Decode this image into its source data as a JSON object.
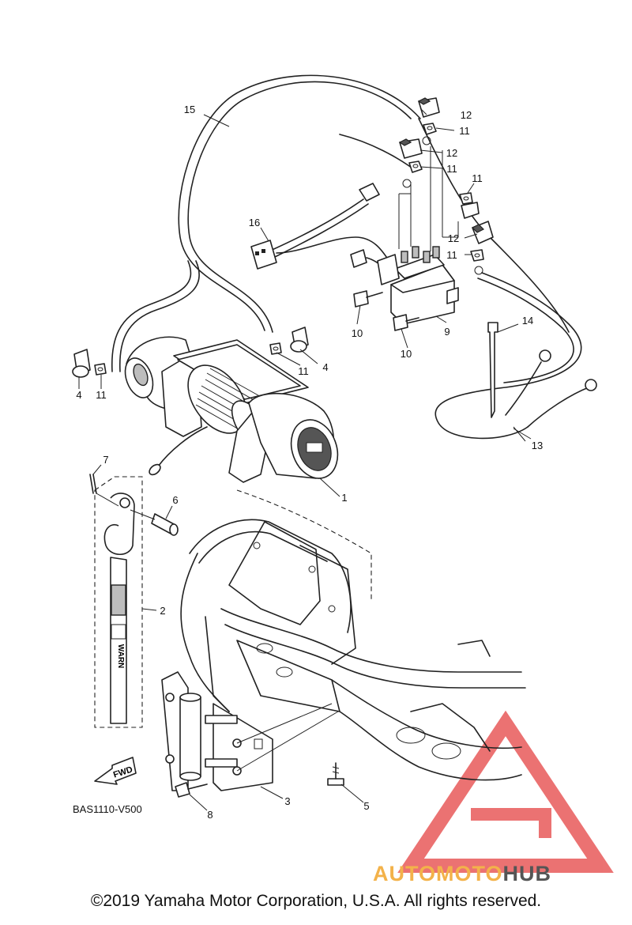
{
  "diagram": {
    "part_labels": [
      {
        "id": "1",
        "text": "1"
      },
      {
        "id": "2",
        "text": "2"
      },
      {
        "id": "3",
        "text": "3"
      },
      {
        "id": "4a",
        "text": "4"
      },
      {
        "id": "4b",
        "text": "4"
      },
      {
        "id": "5",
        "text": "5"
      },
      {
        "id": "6",
        "text": "6"
      },
      {
        "id": "7",
        "text": "7"
      },
      {
        "id": "8",
        "text": "8"
      },
      {
        "id": "9",
        "text": "9"
      },
      {
        "id": "10a",
        "text": "10"
      },
      {
        "id": "10b",
        "text": "10"
      },
      {
        "id": "11a",
        "text": "11"
      },
      {
        "id": "11b",
        "text": "11"
      },
      {
        "id": "11c",
        "text": "11"
      },
      {
        "id": "11d",
        "text": "11"
      },
      {
        "id": "11e",
        "text": "11"
      },
      {
        "id": "11f",
        "text": "11"
      },
      {
        "id": "12a",
        "text": "12"
      },
      {
        "id": "12b",
        "text": "12"
      },
      {
        "id": "12c",
        "text": "12"
      },
      {
        "id": "13",
        "text": "13"
      },
      {
        "id": "14",
        "text": "14"
      },
      {
        "id": "15",
        "text": "15"
      },
      {
        "id": "16",
        "text": "16"
      }
    ],
    "fwd_arrow_text": "FWD",
    "strap_brand_text": "WARN",
    "diagram_code": "BAS1110-V500"
  },
  "watermark": {
    "word_part1": "AUTOMOTO",
    "word_part2": "HUB",
    "color_logo": "#e85a5a",
    "color_auto": "#f3b24a",
    "color_hub": "#555555"
  },
  "footer": {
    "copyright": "©2019 Yamaha Motor Corporation, U.S.A. All rights reserved."
  }
}
